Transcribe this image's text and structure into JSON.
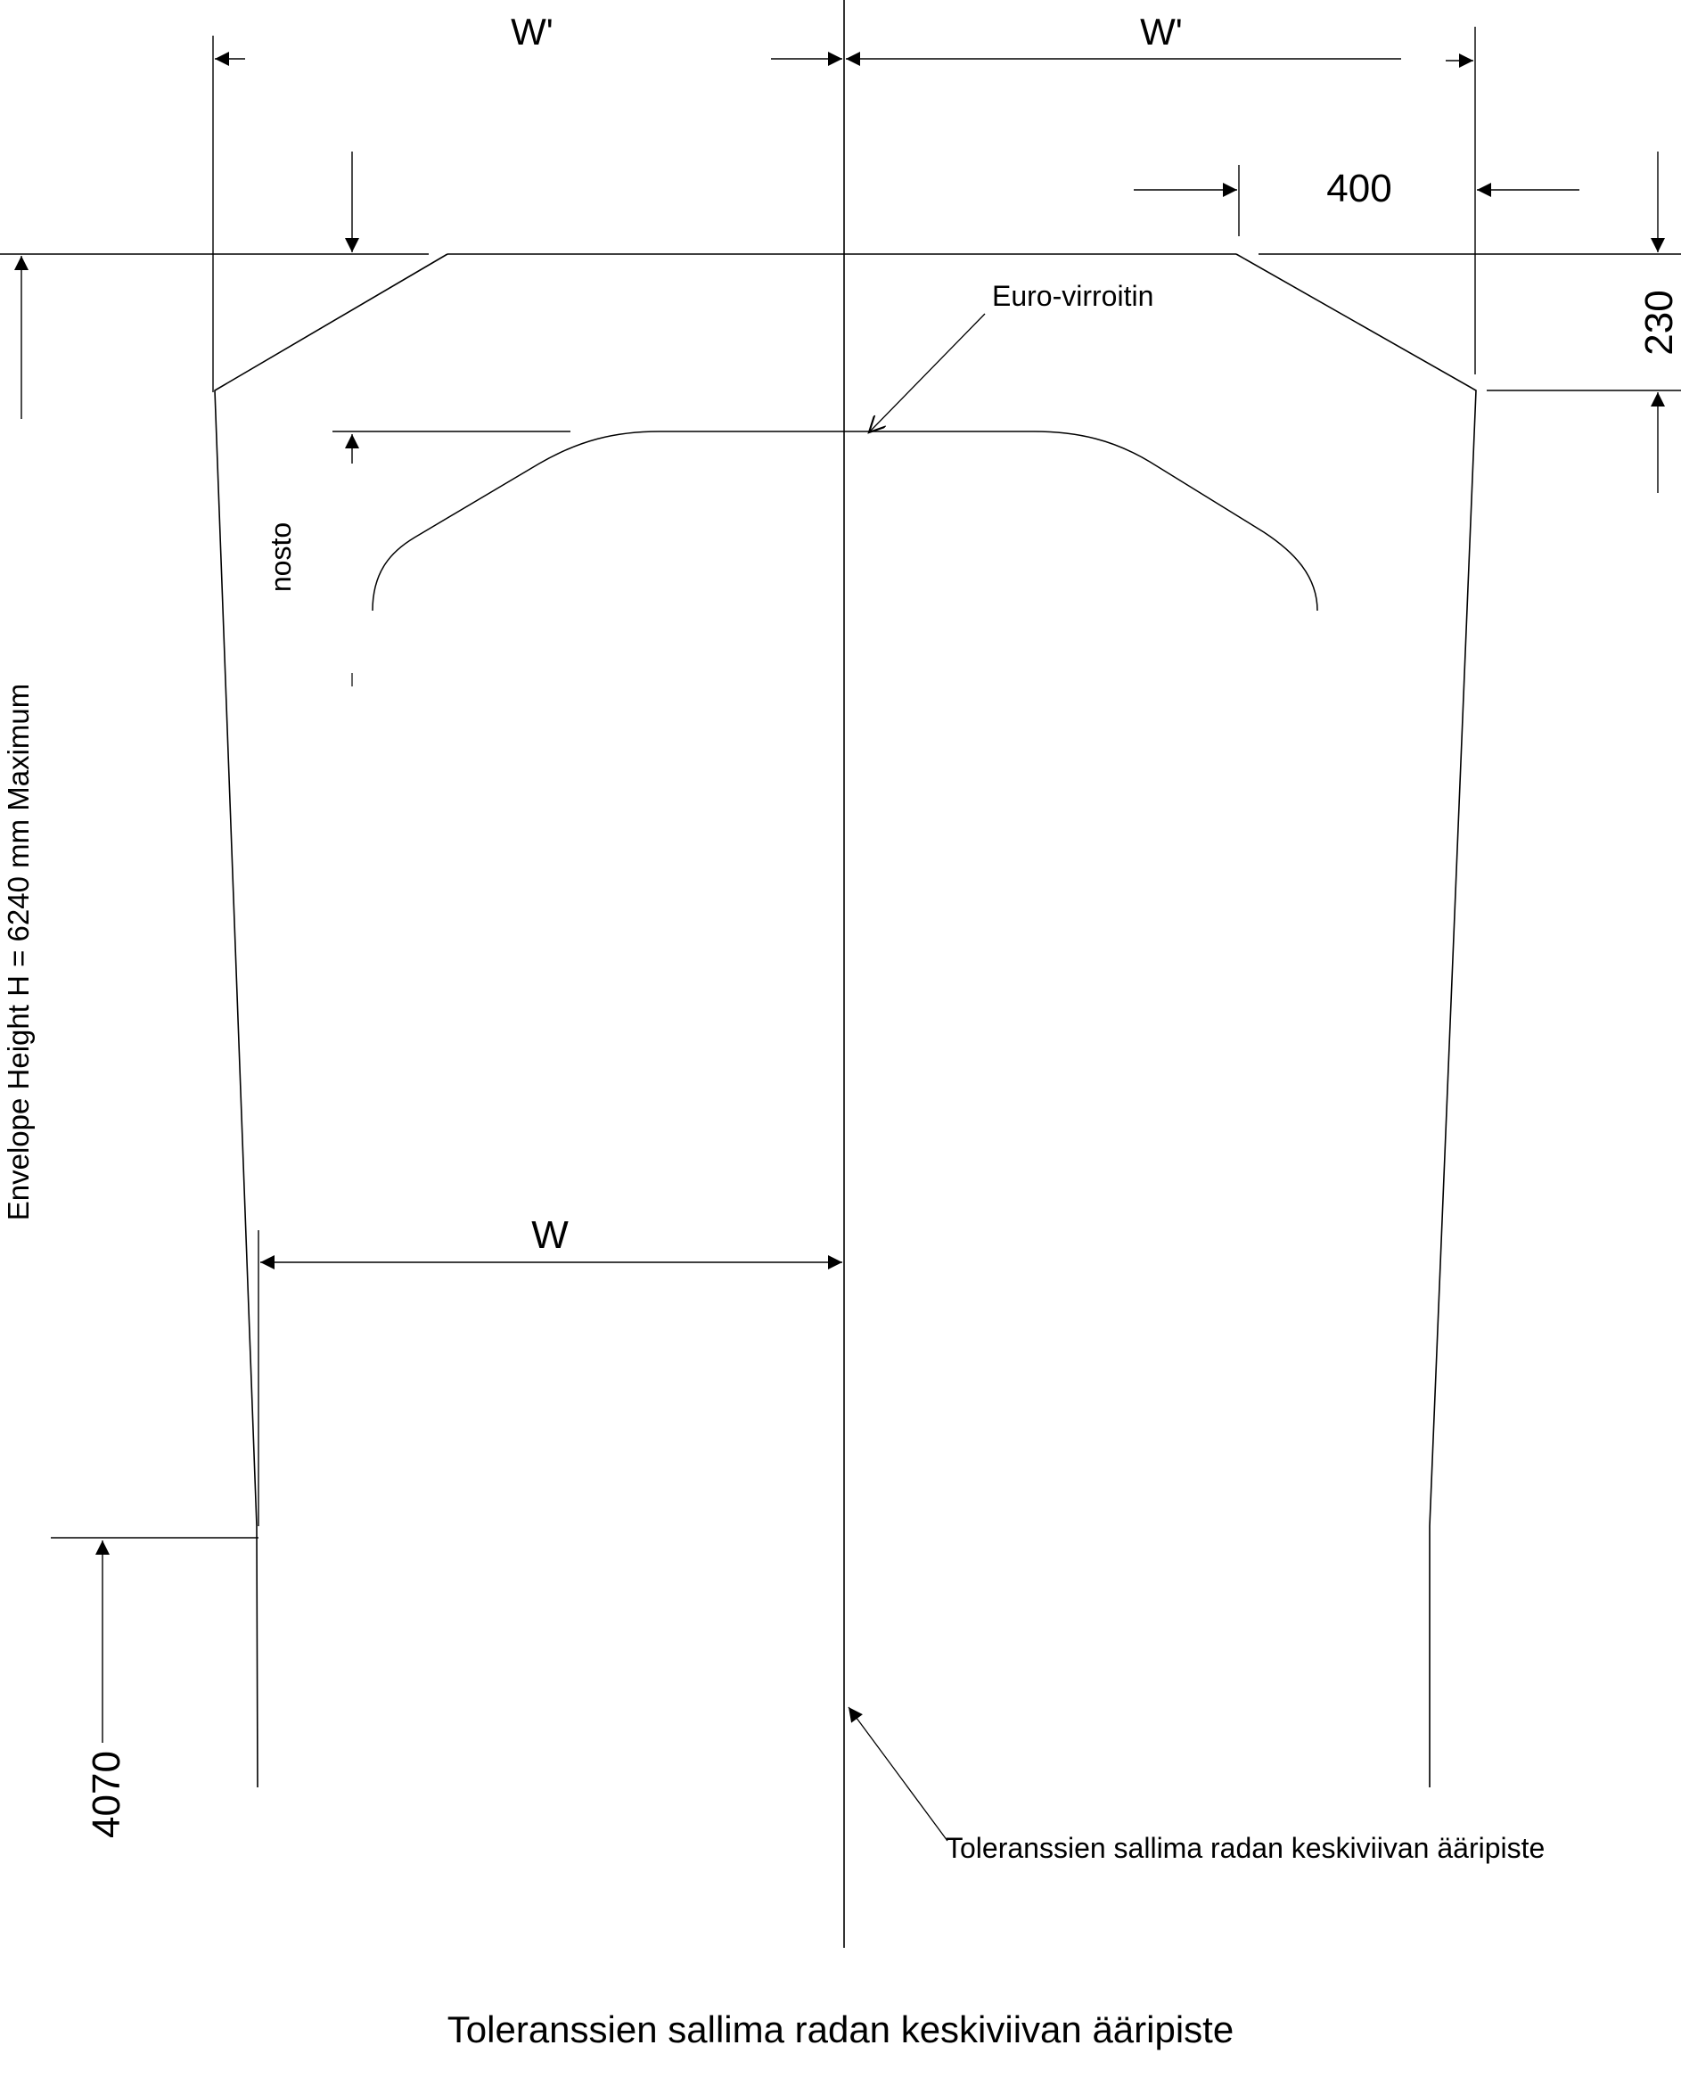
{
  "labels": {
    "w_prime_left": "W'",
    "w_prime_right": "W'",
    "dim_400": "400",
    "dim_230": "230",
    "euro_pantograph": "Euro-virroitin",
    "nosto": "nosto",
    "envelope_height": "Envelope Height H = 6240 mm Maximum",
    "w": "W",
    "dim_4070": "4070",
    "centerline_note": "Toleranssien sallima radan keskiviivan ääripiste",
    "caption": "Toleranssien sallima radan keskiviivan ääripiste"
  },
  "colors": {
    "line": "#000000",
    "background": "#ffffff"
  }
}
